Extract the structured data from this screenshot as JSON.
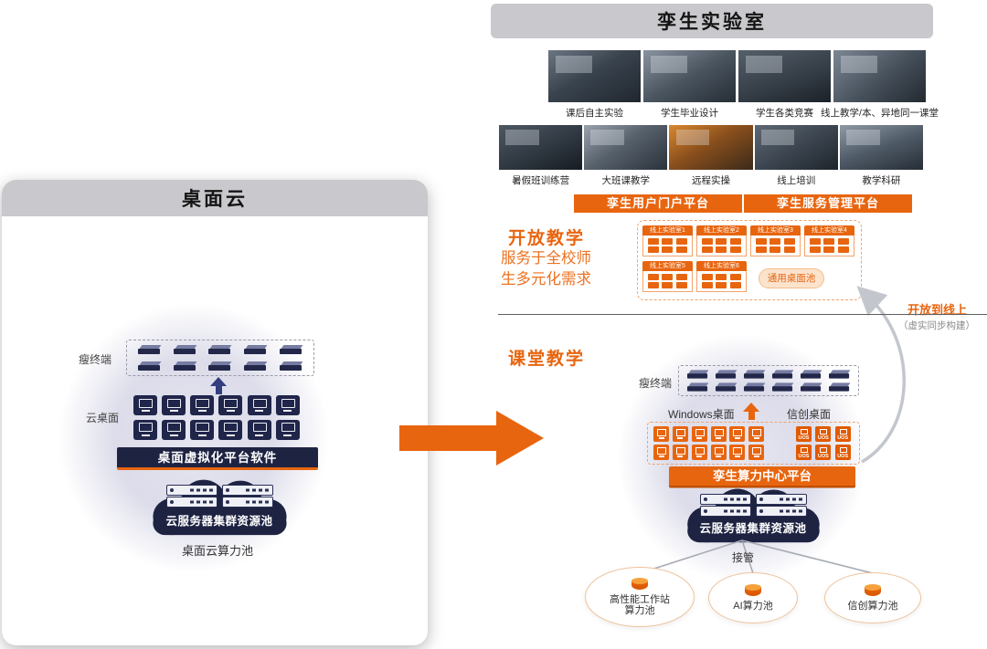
{
  "colors": {
    "accent": "#E8650F",
    "navy": "#1E2342",
    "header_gray": "#C8C8CD"
  },
  "left_panel": {
    "title": "桌面云",
    "thin_terminal_label": "瘦终端",
    "cloud_desktop_label": "云桌面",
    "platform_bar_label": "桌面虚拟化平台软件",
    "server_pool_label": "云服务器集群资源池",
    "compute_pool_label": "桌面云算力池"
  },
  "right_panel": {
    "title": "孪生实验室",
    "photos_row1": [
      "课后自主实验",
      "学生毕业设计",
      "学生各类竞赛",
      "线上教学/本、异地同一课堂"
    ],
    "photos_row2": [
      "暑假班训练营",
      "大班课教学",
      "远程实操",
      "线上培训",
      "教学科研"
    ],
    "portal_bar_label": "孪生用户门户平台",
    "service_bar_label": "孪生服务管理平台",
    "open_teaching": {
      "title": "开放教学",
      "subtitle": "服务于全校师生多元化需求",
      "labs": [
        "线上实验室1",
        "线上实验室2",
        "线上实验室3",
        "线上实验室4",
        "线上实验室5",
        "线上实验室6"
      ],
      "general_desktop_pool_label": "通用桌面池"
    },
    "open_to_online_label": "开放到线上",
    "open_to_online_note": "（虚实同步构建）",
    "classroom_teaching": {
      "title": "课堂教学",
      "thin_terminal_label": "瘦终端",
      "windows_desktop_label": "Windows桌面",
      "xinchuang_desktop_label": "信创桌面",
      "uos_icon_label": "UOS",
      "platform_bar_label": "孪生算力中心平台",
      "server_pool_label": "云服务器集群资源池",
      "takeover_label": "接管",
      "compute_pools": [
        "高性能工作站算力池",
        "AI算力池",
        "信创算力池"
      ]
    }
  }
}
